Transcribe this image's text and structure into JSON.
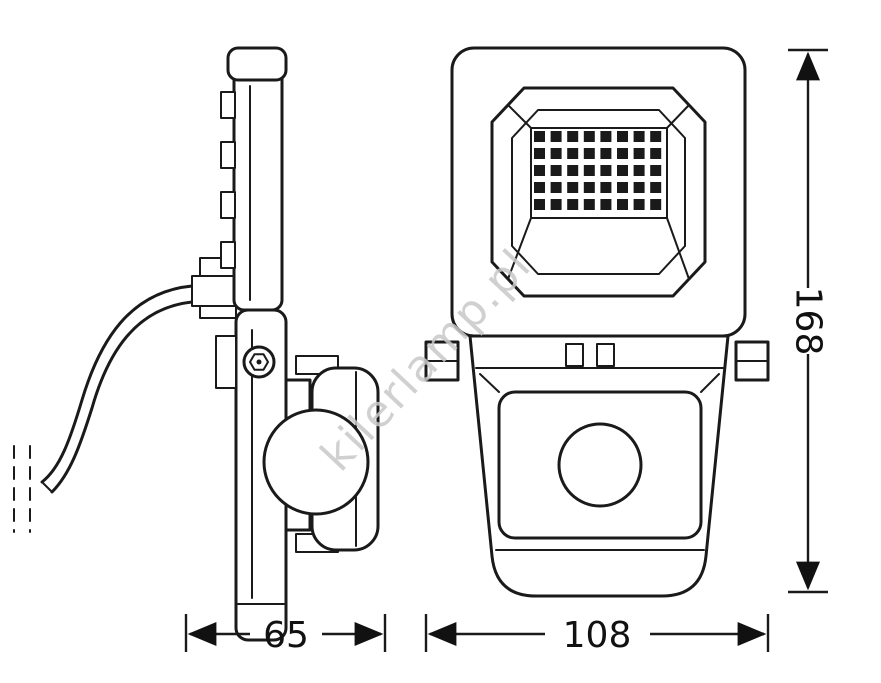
{
  "drawing": {
    "watermark": "kilerlamp.pl",
    "stroke_color": "#1a1a1a",
    "watermark_color": "#c8c8c8",
    "dimensions": {
      "side_width": "65",
      "front_width": "108",
      "height": "168"
    },
    "led_grid": {
      "cols": 8,
      "rows": 5
    }
  }
}
